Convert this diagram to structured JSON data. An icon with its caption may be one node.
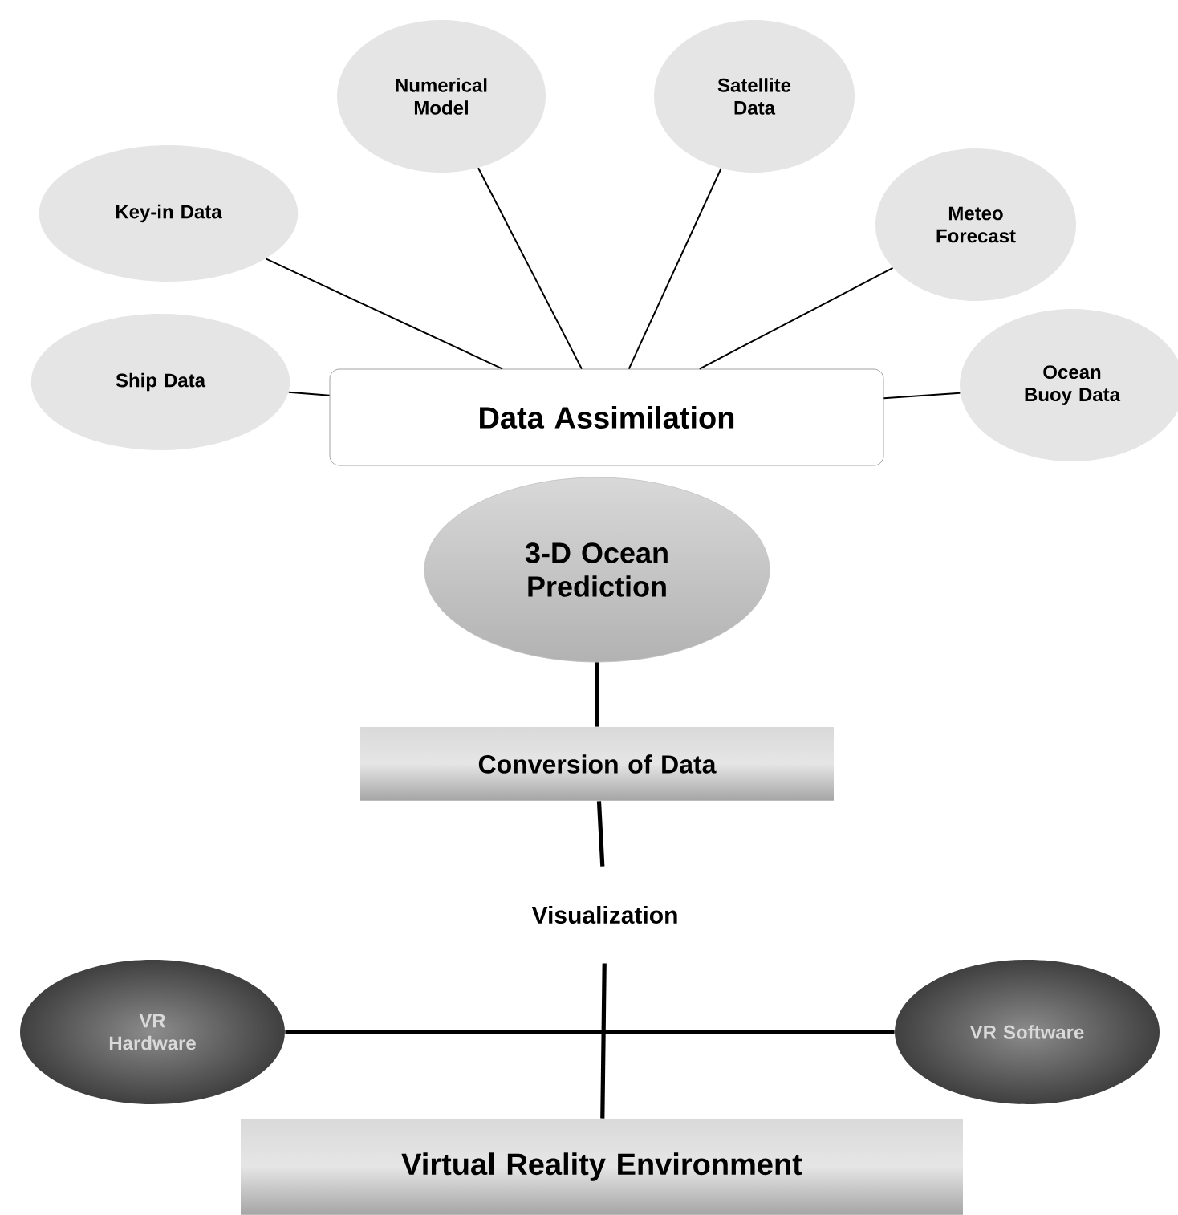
{
  "diagram": {
    "nodes": [
      {
        "text": [
          "Numerical Model"
        ]
      },
      {
        "text": [
          "Satellite Data"
        ]
      },
      {
        "text": [
          "Key-in Data"
        ]
      },
      {
        "text": [
          "Meteo Forecast"
        ]
      },
      {
        "text": [
          "Ship Data"
        ]
      },
      {
        "text": [
          "Data Assimilation"
        ]
      },
      {
        "text": [
          "Ocean Buoy Data"
        ]
      },
      {
        "text": [
          "3-D Ocean Prediction"
        ]
      },
      {
        "text": [
          "Conversion of Data"
        ]
      },
      {
        "text": [
          "Visualization"
        ]
      },
      {
        "text": [
          "VR Hardware"
        ]
      },
      {
        "text": [
          "VR Software"
        ]
      },
      {
        "text": [
          "Virtual Reality Environment"
        ]
      }
    ],
    "edges": [
      {
        "from": 2,
        "to": 5,
        "arrow": "none"
      },
      {
        "from": 0,
        "to": 5,
        "arrow": "none"
      },
      {
        "from": 1,
        "to": 5,
        "arrow": "none"
      },
      {
        "from": 3,
        "to": 5,
        "arrow": "none"
      },
      {
        "from": 4,
        "to": 5,
        "arrow": "none"
      },
      {
        "from": 6,
        "to": 5,
        "arrow": "none"
      },
      {
        "from": 7,
        "to": 8,
        "arrow": "none",
        "style": "thick"
      },
      {
        "from": 8,
        "to": 9,
        "arrow": "none",
        "style": "thick"
      },
      {
        "from": 9,
        "to": 12,
        "arrow": "none",
        "style": "thick"
      },
      {
        "from": 10,
        "to": 11,
        "arrow": "none",
        "style": "thick"
      }
    ]
  }
}
